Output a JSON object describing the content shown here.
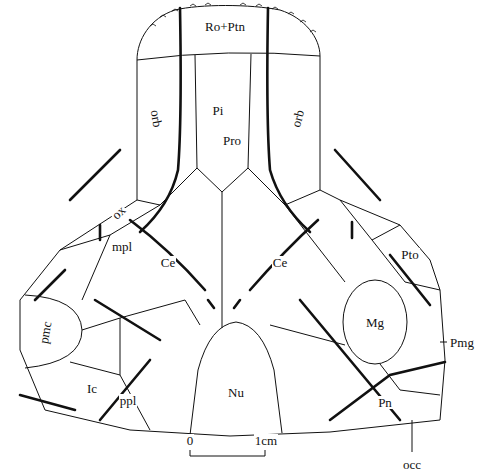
{
  "diagram": {
    "labels": [
      "Ro+Ptn",
      "Pi",
      "orb",
      "Pro",
      "orb",
      "ox",
      "Pto",
      "mpl",
      "Ce",
      "Ce",
      "Mg",
      "pmc",
      "Pmg",
      "Ic",
      "ppl",
      "Nu",
      "Pn",
      "0",
      "1cm",
      "occ"
    ]
  }
}
